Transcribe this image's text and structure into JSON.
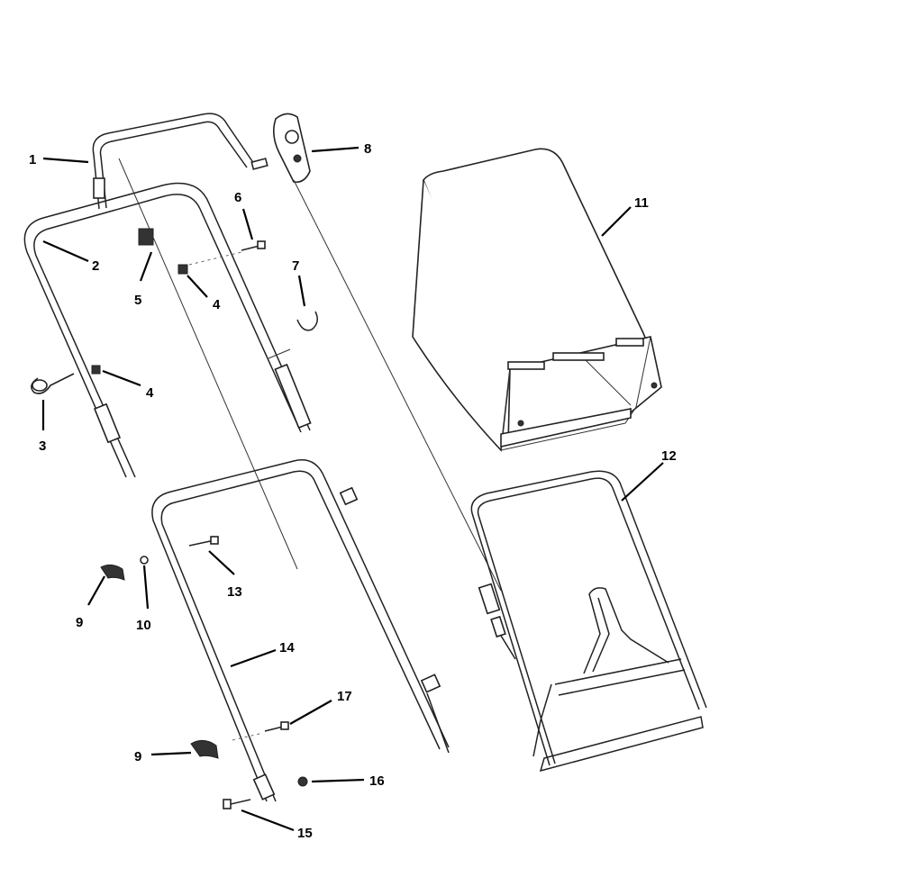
{
  "callouts": [
    {
      "id": "1",
      "label": "1"
    },
    {
      "id": "2",
      "label": "2"
    },
    {
      "id": "3",
      "label": "3"
    },
    {
      "id": "4a",
      "label": "4"
    },
    {
      "id": "4b",
      "label": "4"
    },
    {
      "id": "5",
      "label": "5"
    },
    {
      "id": "6",
      "label": "6"
    },
    {
      "id": "7",
      "label": "7"
    },
    {
      "id": "8",
      "label": "8"
    },
    {
      "id": "9a",
      "label": "9"
    },
    {
      "id": "9b",
      "label": "9"
    },
    {
      "id": "10",
      "label": "10"
    },
    {
      "id": "11",
      "label": "11"
    },
    {
      "id": "12",
      "label": "12"
    },
    {
      "id": "13",
      "label": "13"
    },
    {
      "id": "14",
      "label": "14"
    },
    {
      "id": "15",
      "label": "15"
    },
    {
      "id": "16",
      "label": "16"
    },
    {
      "id": "17",
      "label": "17"
    }
  ]
}
